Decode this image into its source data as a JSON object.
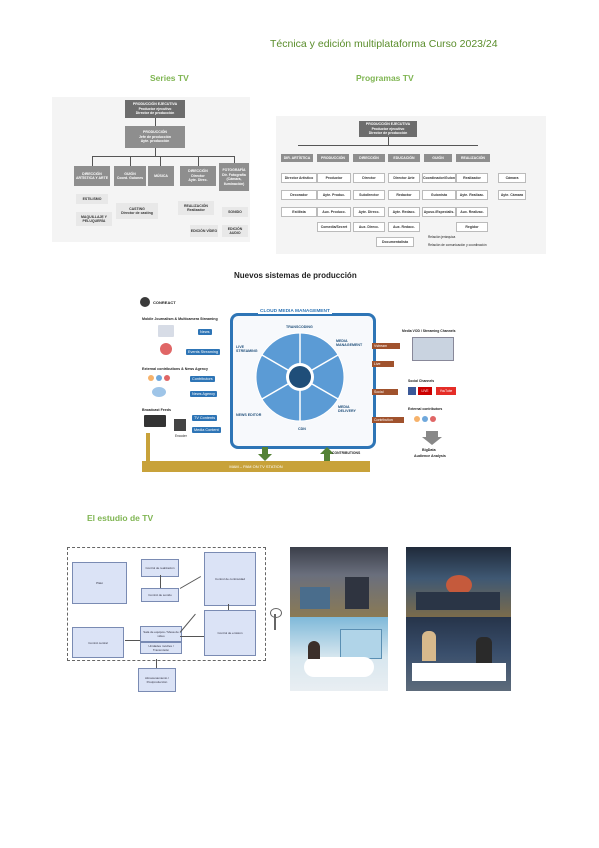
{
  "header": {
    "title": "Técnica y edición multiplataforma Curso 2023/24"
  },
  "sections": {
    "series_tv": "Series TV",
    "programas_tv": "Programas TV",
    "nuevos": "Nuevos sistemas de producción",
    "estudio": "El estudio de TV"
  },
  "series_chart": {
    "top": "PRODUCCIÓN EJECUTIVA",
    "top_sub1": "Productor ejecutivo",
    "top_sub2": "Director de producción",
    "prod": "PRODUCCIÓN",
    "prod_sub1": "Jefe de producción",
    "prod_sub2": "Ayte. producción",
    "col1": "DIRECCIÓN ARTÍSTICA Y ARTE",
    "col2": "GUIÓN",
    "col2b": "Coord. Guiones",
    "col3": "MÚSICA",
    "col4": "DIRECCIÓN",
    "col4b": "Director",
    "col4c": "Ayte. Direc.",
    "col5": "FOTOGRAFÍA",
    "col5b": "Dir. Fotografía",
    "col5c": "(Cámara, Iluminación)",
    "r1": "ESTILISMO",
    "r2": "MAQUILLAJE Y PELUQUERÍA",
    "r3": "CASTING",
    "r3b": "Director de casting",
    "r4": "REALIZACIÓN",
    "r4b": "Realizador",
    "r5": "SONIDO",
    "r6": "EDICIÓN VÍDEO",
    "r7": "EDICIÓN AUDIO"
  },
  "prog_chart": {
    "top": "PRODUCCIÓN EJECUTIVA",
    "top_sub1": "Productor ejecutivo",
    "top_sub2": "Director de producción",
    "cols": [
      "DIR. ARTÍSTICA",
      "PRODUCCIÓN",
      "DIRECCIÓN",
      "EDUCACIÓN",
      "GUIÓN",
      "REALIZACIÓN"
    ],
    "row1": [
      "Director Artístico",
      "Productor",
      "Director",
      "Director Arte",
      "Coordinador/Guion",
      "Realizador",
      "Cámara"
    ],
    "row2": [
      "Decorador",
      "Ayte. Produc.",
      "Subdirector",
      "Redactor",
      "Guionista",
      "Ayte. Realizac.",
      "Ayte. Cámara"
    ],
    "row3": [
      "Estilista",
      "Aux. Producc.",
      "Ayte. Direcc.",
      "Ayte. Redacc.",
      "Ayuso./Especialis.",
      "Aux. Realizac."
    ],
    "row4": [
      "Comedia/Secret",
      "Aux. Direcc.",
      "Aux. Redacc.",
      "Regidor"
    ],
    "row5": "Documentalista",
    "legend1": "Relación jerárquica",
    "legend2": "Relación de comunicación y coordinación"
  },
  "cloud": {
    "logo": "CONREACT",
    "title": "CLOUD MEDIA MANAGEMENT",
    "mobile": "Mobile Journalism & Multicamera Streaming",
    "news": "News",
    "events": "Events Streaming",
    "external": "External contributions & News Agency",
    "contributors": "Contributors",
    "news_agency": "News Agency",
    "broadcast": "Broadcast Feeds",
    "tv_contents": "TV Contents",
    "media_content": "Media Content",
    "encoder": "Encoder",
    "seg_transcoding": "TRANSCODING",
    "seg_media_mgmt": "MEDIA MANAGEMENT",
    "seg_media_delivery": "MEDIA DELIVERY",
    "seg_cdn": "CDN",
    "seg_news_editor": "NEWS EDITOR",
    "seg_live": "LIVE STREAMING",
    "contributions": "CONTRIBUTIONS",
    "mam": "MAM – PAM ON TV STATION",
    "out_vod": "Media VOD / Streaming Channels",
    "out_social": "Social Channels",
    "out_ext": "External contributors",
    "out_big": "BigData",
    "out_big2": "Audience Analysis",
    "arrow1": "Vstream",
    "arrow2": "Live",
    "arrow3": "Social",
    "arrow4": "Contribution",
    "live_badge": "LIVE",
    "yt_badge": "YouTube"
  },
  "studio": {
    "box_a": "Plató",
    "box_b": "Control de realización",
    "box_c": "Control de sonido",
    "box_d": "Control de continuidad",
    "box_e": "Control central",
    "box_f": "Sala de equipos / Mesa de vídeo",
    "box_g": "Control de emisión",
    "box_h": "Unidades móviles / Transmisión",
    "box_i": "Almacenamiento / Postproducción"
  },
  "colors": {
    "header": "#5a8d2b",
    "section": "#7fb552",
    "blue": "#2e75b6",
    "mam": "#c8a23a"
  }
}
